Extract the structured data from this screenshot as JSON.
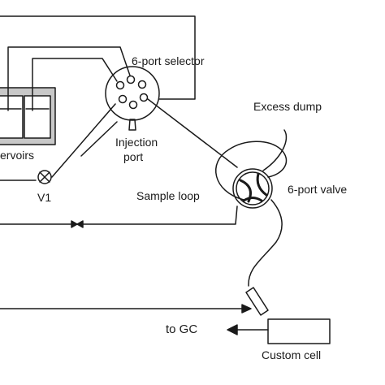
{
  "labels": {
    "selector": "6-port selector",
    "reservoirs": "ervoirs",
    "injection_line1": "Injection",
    "injection_line2": "port",
    "excess_dump": "Excess dump",
    "sample_loop": "Sample loop",
    "valve": "6-port valve",
    "v1": "V1",
    "to_gc": "to GC",
    "custom_cell": "Custom cell"
  },
  "colors": {
    "line": "#1a1a1a",
    "reservoir_fill": "#c8c8c8",
    "background": "#ffffff"
  },
  "icons": {
    "v1": "valve-circle-x-icon",
    "inline_valve": "bowtie-valve-icon",
    "gc_arrow": "arrow-left-icon"
  }
}
